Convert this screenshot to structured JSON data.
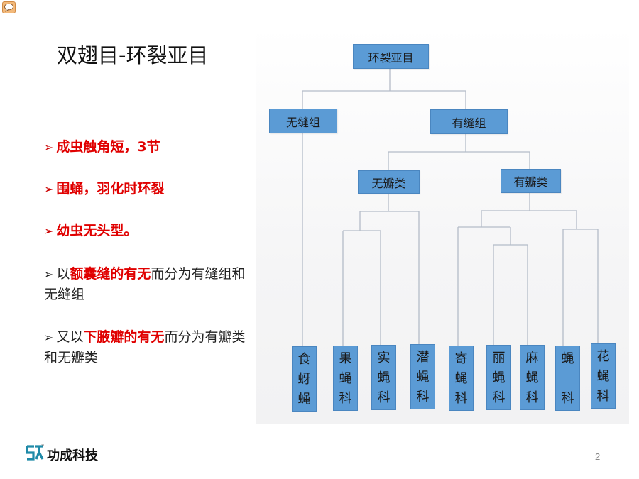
{
  "slide": {
    "title": "双翅目-环裂亚目",
    "page_number": "2",
    "comment_icon": "speech-bubble-icon"
  },
  "bullets": [
    {
      "style": "red",
      "parts": [
        {
          "text": "成虫触角短，3节",
          "hl": false
        }
      ]
    },
    {
      "style": "red",
      "parts": [
        {
          "text": "围蛹，羽化时环裂",
          "hl": false
        }
      ]
    },
    {
      "style": "red",
      "parts": [
        {
          "text": "幼虫无头型。",
          "hl": false
        }
      ]
    },
    {
      "style": "black",
      "parts": [
        {
          "text": "以",
          "hl": false
        },
        {
          "text": "额囊缝的有无",
          "hl": true
        },
        {
          "text": "而分为有缝组和无缝组",
          "hl": false
        }
      ]
    },
    {
      "style": "black",
      "parts": [
        {
          "text": "又以",
          "hl": false
        },
        {
          "text": "下腋瓣的有无",
          "hl": true
        },
        {
          "text": "而分为有瓣类和无瓣类",
          "hl": false
        }
      ]
    }
  ],
  "bullet_marker": "➢",
  "diagram": {
    "root": "环裂亚目",
    "groups": {
      "no_suture": "无缝组",
      "suture": "有缝组"
    },
    "classes": {
      "acalyptratae": "无瓣类",
      "calyptratae": "有瓣类"
    },
    "families": [
      {
        "id": "f0",
        "chars": [
          "食",
          "蚜",
          "蝇"
        ]
      },
      {
        "id": "f1",
        "chars": [
          "果",
          "蝇",
          "科"
        ]
      },
      {
        "id": "f2",
        "chars": [
          "实",
          "蝇",
          "科"
        ]
      },
      {
        "id": "f3",
        "chars": [
          "潜",
          "蝇",
          "科"
        ]
      },
      {
        "id": "f4",
        "chars": [
          "寄",
          "蝇",
          "科"
        ]
      },
      {
        "id": "f5",
        "chars": [
          "丽",
          "蝇",
          "科"
        ]
      },
      {
        "id": "f6",
        "chars": [
          "麻",
          "蝇",
          "科"
        ]
      },
      {
        "id": "f7",
        "chars": [
          "蝇",
          "",
          "科"
        ]
      },
      {
        "id": "f8",
        "chars": [
          "花",
          "蝇",
          "科"
        ]
      }
    ],
    "node_color": "#5b9bd5",
    "line_color": "#b4bcc8"
  },
  "footer": {
    "company": "功成科技",
    "logo_mark": "SK-logo-icon"
  }
}
